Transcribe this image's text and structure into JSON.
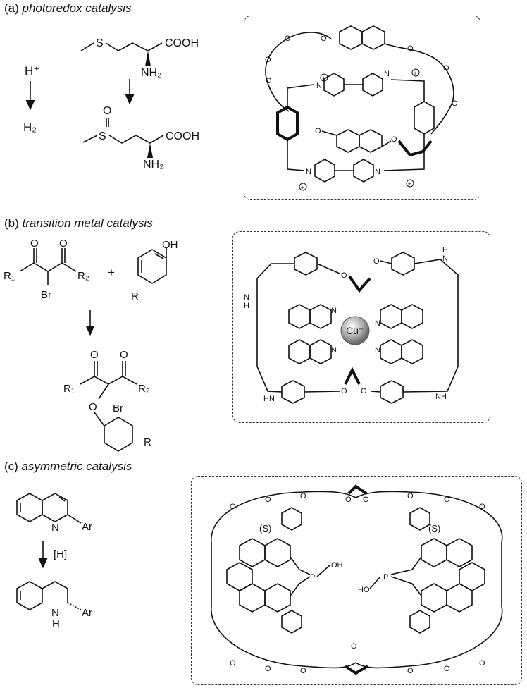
{
  "sections": [
    {
      "letter": "(a)",
      "name": "photoredox catalysis"
    },
    {
      "letter": "(b)",
      "name": "transition metal catalysis"
    },
    {
      "letter": "(c)",
      "name": "asymmetric catalysis"
    }
  ],
  "section_a": {
    "proton_reactant": "H⁺",
    "proton_product": "H₂",
    "thioether_s": "S",
    "sulfoxide_s": "S",
    "sulfoxide_o": "O",
    "cooh_top": "COOH",
    "nh2_top": "NH₂",
    "cooh_bottom": "COOH",
    "nh2_bottom": "NH₂",
    "catalyst_atoms": [
      "O",
      "O",
      "O",
      "O",
      "O",
      "O",
      "O",
      "O",
      "N",
      "N",
      "N",
      "N",
      "O",
      "O"
    ],
    "plus_charge": "+"
  },
  "section_b": {
    "reactant_br": "Br",
    "reactant_r1": "R₁",
    "reactant_r2": "R₂",
    "carbonyl_o": "O",
    "plus_sign": "+",
    "phenol_oh": "OH",
    "phenol_r": "R",
    "product_br": "Br",
    "product_r1": "R₁",
    "product_r2": "R₂",
    "product_r": "R",
    "product_o": "O",
    "copper_label": "Cu⁺",
    "amine_labels": [
      "N",
      "H",
      "HN",
      "NH"
    ],
    "phen_n": "N"
  },
  "section_c": {
    "quinoline_n": "N",
    "quinoline_ar": "Ar",
    "reagent": "[H]",
    "product_nh": "N",
    "product_h": "H",
    "product_ar": "Ar",
    "stereo_left": "(S)",
    "stereo_right": "(S)",
    "p_left": "P",
    "p_right": "P",
    "oh_left": "OH",
    "ho_right": "HO",
    "o_label": "O"
  }
}
